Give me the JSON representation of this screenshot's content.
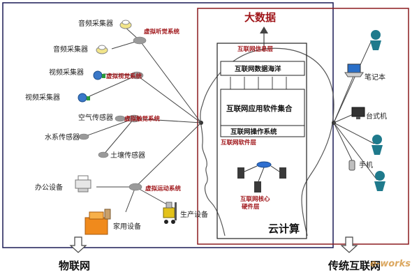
{
  "iot": {
    "sensors": [
      {
        "label": "音频采集器"
      },
      {
        "label": "音频采集器"
      },
      {
        "label": "视频采集器"
      },
      {
        "label": "视频采集器"
      },
      {
        "label": "空气传感器"
      },
      {
        "label": "水系传感器"
      },
      {
        "label": "土壤传感器"
      },
      {
        "label": "办公设备"
      },
      {
        "label": "家用设备"
      },
      {
        "label": "生产设备"
      }
    ],
    "systems": [
      {
        "label": "虚拟听觉系统"
      },
      {
        "label": "虚拟视觉系统"
      },
      {
        "label": "虚拟触觉系统"
      },
      {
        "label": "虚拟运动系统"
      }
    ],
    "bottom_label": "物联网"
  },
  "cloud": {
    "top_label": "大数据",
    "info_layer": "互联网信息层",
    "data_ocean": "互联网数据海洋",
    "app_set": "互联网应用软件集合",
    "os": "互联网操作系统",
    "software_layer": "互联网软件层",
    "hardware_layer": "互联网核心\n硬件层",
    "cloud_label": "云计算"
  },
  "internet": {
    "devices": [
      {
        "label": "笔记本"
      },
      {
        "label": "台式机"
      },
      {
        "label": "手机"
      }
    ],
    "bottom_label": "传统互联网"
  },
  "watermark": "e-works",
  "colors": {
    "iot_frame": "#1a1a55",
    "cloud_frame": "#8b1a1f",
    "label_red": "#a0161a"
  }
}
